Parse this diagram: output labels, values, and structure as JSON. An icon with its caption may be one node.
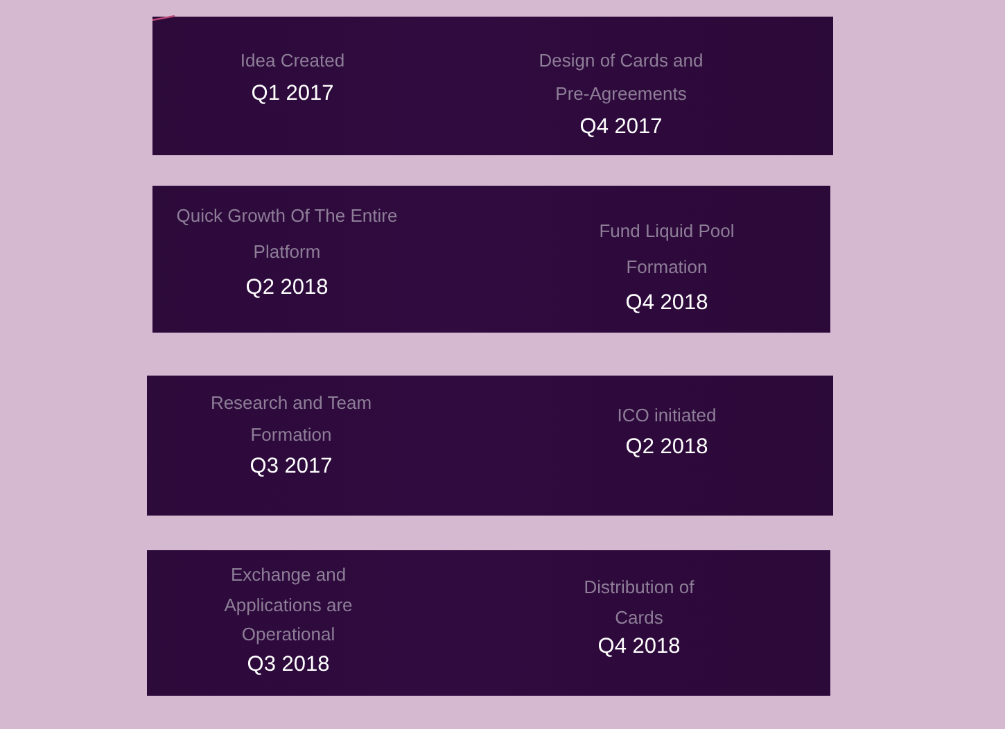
{
  "diagram": {
    "nodes": [
      {
        "text": [
          "Idea Created",
          "Q1 2017",
          "Design of Cards and Pre-Agreements",
          "Q4 2017"
        ]
      },
      {
        "text": [
          "Quick Growth Of The Entire Platform",
          "Q2 2018",
          "Fund Liquid Pool Formation",
          "Q4 2018"
        ]
      },
      {
        "text": [
          "Research and Team Formation",
          "Q3 2017",
          "ICO initiated",
          "Q2 2018"
        ]
      },
      {
        "text": [
          "Exchange and Applications are Operational",
          "Q3 2018",
          "Distribution of Cards",
          "Q4 2018"
        ]
      }
    ]
  }
}
